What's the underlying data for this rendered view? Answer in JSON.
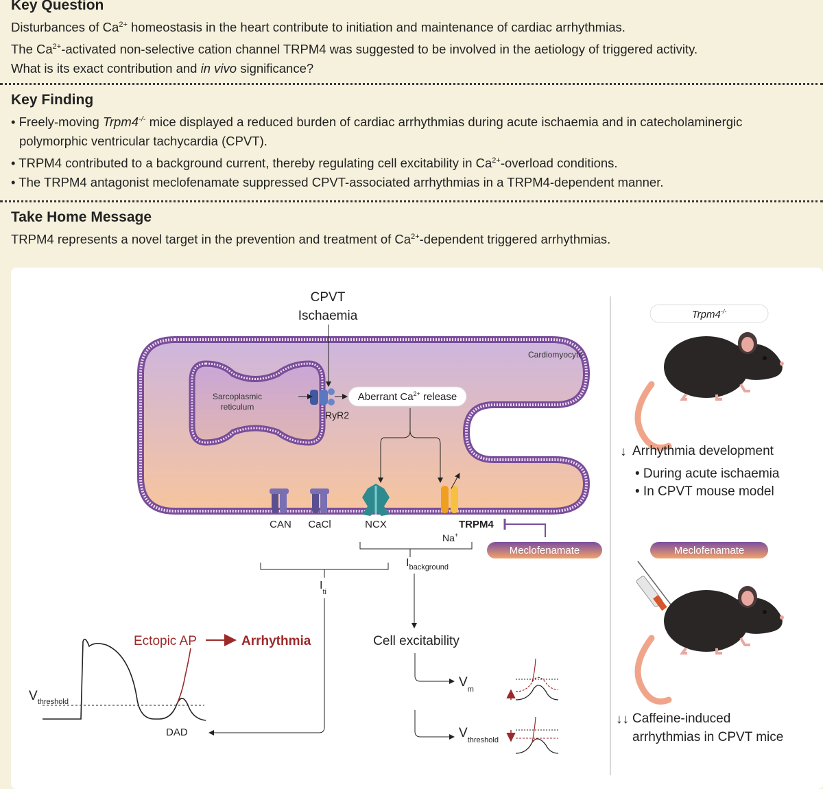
{
  "key_question": {
    "heading": "Key Question",
    "line1_a": "Disturbances of Ca",
    "line1_sup": "2+",
    "line1_b": " homeostasis in the heart contribute to initiation and maintenance of cardiac arrhythmias.",
    "line2_a": "The Ca",
    "line2_sup": "2+",
    "line2_b": "-activated non-selective cation channel TRPM4 was suggested to be involved in the aetiology of triggered activity.",
    "line3_a": "What is its exact contribution and ",
    "line3_i": "in vivo",
    "line3_b": " significance?"
  },
  "key_finding": {
    "heading": "Key Finding",
    "b1_a": "• Freely-moving ",
    "b1_i": "Trpm4",
    "b1_sup": "-/-",
    "b1_b": " mice displayed a reduced burden of cardiac arrhythmias during acute ischaemia and in catecholaminergic",
    "b1_c": "polymorphic ventricular tachycardia (CPVT).",
    "b2_a": "• TRPM4 contributed to a background current, thereby regulating cell excitability in Ca",
    "b2_sup": "2+",
    "b2_b": "-overload conditions.",
    "b3": "• The TRPM4 antagonist meclofenamate suppressed CPVT-associated arrhythmias in a TRPM4-dependent manner."
  },
  "take_home": {
    "heading": "Take Home Message",
    "a": "TRPM4 represents a novel target in the prevention and treatment of Ca",
    "sup": "2+",
    "b": "-dependent triggered arrhythmias."
  },
  "diagram": {
    "trigger1": "CPVT",
    "trigger2": "Ischaemia",
    "cell": "Cardiomyocyte",
    "sr1": "Sarcoplasmic",
    "sr2": "reticulum",
    "ryr2": "RyR2",
    "release_a": "Aberrant Ca",
    "release_sup": "2+",
    "release_b": " release",
    "can": "CAN",
    "cacl": "CaCl",
    "ncx": "NCX",
    "trpm4": "TRPM4",
    "na": "Na",
    "na_sup": "+",
    "meclo": "Meclofenamate",
    "i_bg": "I",
    "i_bg_sub": "background",
    "i_ti": "I",
    "i_ti_sub": "ti",
    "ectopic": "Ectopic AP",
    "arrhythmia": "Arrhythmia",
    "excitability": "Cell excitability",
    "vm": "V",
    "vm_sub": "m",
    "vthr": "V",
    "vthr_sub": "threshold",
    "v_ap": "V",
    "v_ap_sub": "threshold",
    "dad": "DAD"
  },
  "right": {
    "mouse_label": "Trpm4",
    "mouse_sup": "-/-",
    "arrow_down": "↓",
    "res1": "Arrhythmia development",
    "res1_b1": "• During acute ischaemia",
    "res1_b2": "• In CPVT mouse model",
    "meclo": "Meclofenamate",
    "arrow_down2": "↓↓",
    "res2_a": "Caffeine-induced",
    "res2_b": "arrhythmias in CPVT mice"
  },
  "colors": {
    "background": "#f6f1dd",
    "membrane": "#7a4d99",
    "cell_top": "#cdb5de",
    "cell_bottom": "#f7c59d",
    "arrhythmia_red": "#9c2a2a",
    "pill_top": "#7d4f9e",
    "pill_bottom": "#f2a36a"
  }
}
